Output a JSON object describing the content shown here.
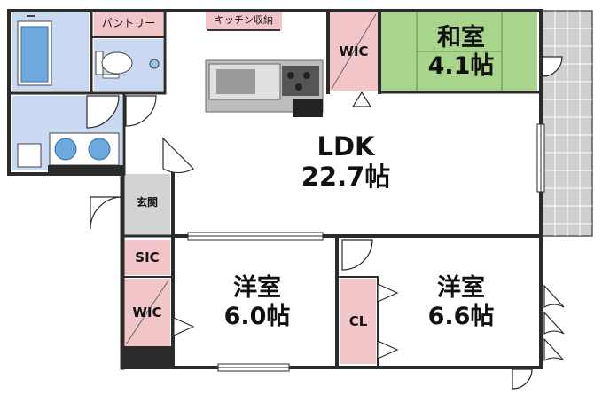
{
  "rooms": {
    "ldk": {
      "name": "LDK",
      "size": "22.7帖"
    },
    "washitsu": {
      "name": "和室",
      "size": "4.1帖"
    },
    "youshitsu_left": {
      "name": "洋室",
      "size": "6.0帖"
    },
    "youshitsu_right": {
      "name": "洋室",
      "size": "6.6帖"
    },
    "wic_top": "WIC",
    "wic_left": "WIC",
    "sic": "SIC",
    "cl": "CL",
    "genkan": "玄関",
    "pantry": "パントリー",
    "kitchen_storage": "キッチン収納"
  },
  "colors": {
    "wall": "#2b2b2b",
    "wet_area": "#c9d9f2",
    "storage": "#f2c6c9",
    "tatami": "#a9d48c",
    "balcony": "#c8c8c8",
    "kitchen": "#bdbdbd",
    "genkan": "#d3d3d3"
  }
}
